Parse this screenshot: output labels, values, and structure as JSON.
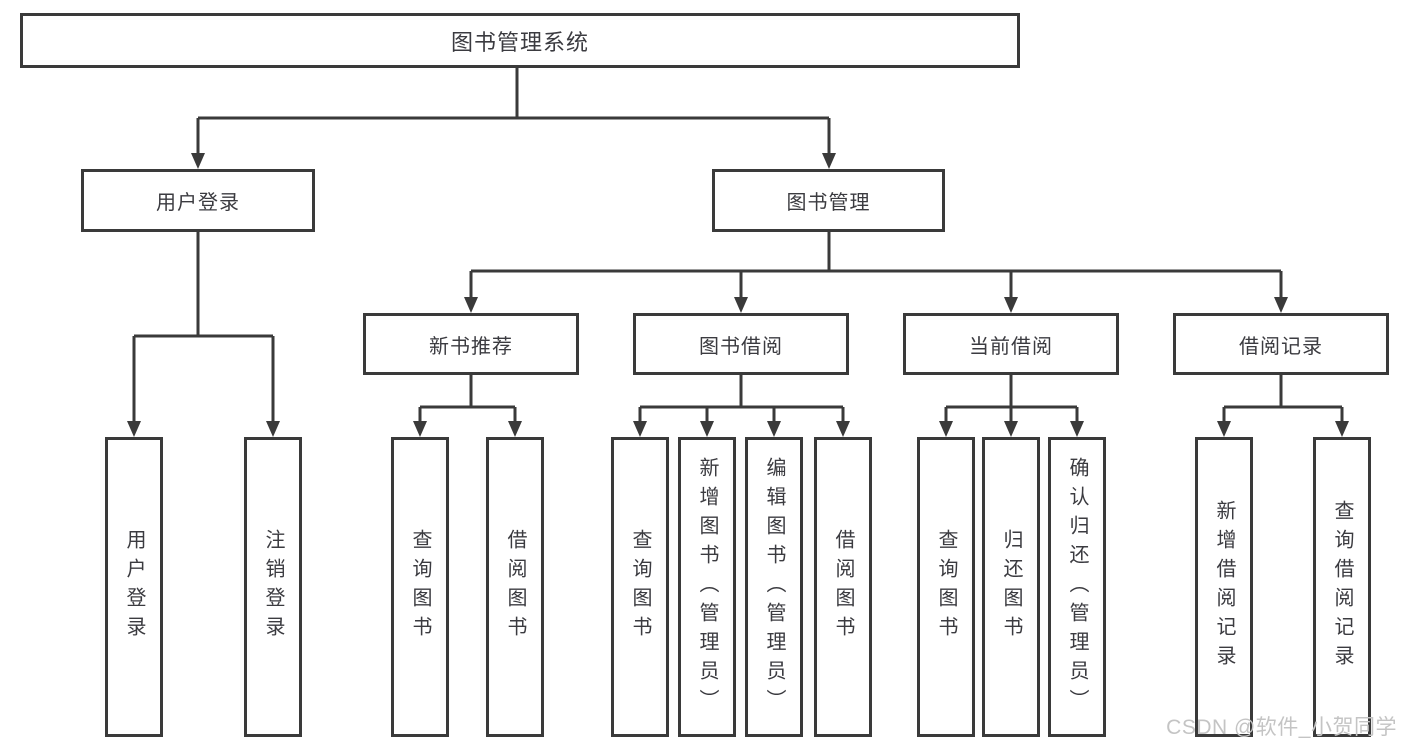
{
  "tree": {
    "root": {
      "label": "图书管理系统"
    },
    "login": {
      "label": "用户登录",
      "children": [
        {
          "label": "用户登录"
        },
        {
          "label": "注销登录"
        }
      ]
    },
    "mgmt": {
      "label": "图书管理",
      "sections": [
        {
          "label": "新书推荐",
          "children": [
            {
              "label": "查询图书"
            },
            {
              "label": "借阅图书"
            }
          ]
        },
        {
          "label": "图书借阅",
          "children": [
            {
              "label": "查询图书"
            },
            {
              "label": "新增图书（管理员）"
            },
            {
              "label": "编辑图书（管理员）"
            },
            {
              "label": "借阅图书"
            }
          ]
        },
        {
          "label": "当前借阅",
          "children": [
            {
              "label": "查询图书"
            },
            {
              "label": "归还图书"
            },
            {
              "label": "确认归还（管理员）"
            }
          ]
        },
        {
          "label": "借阅记录",
          "children": [
            {
              "label": "新增借阅记录"
            },
            {
              "label": "查询借阅记录"
            }
          ]
        }
      ]
    }
  },
  "watermark": "CSDN @软件_小贺同学",
  "colors": {
    "line": "#3a3a3a",
    "text": "#3b3b40",
    "background": "#ffffff",
    "watermark": "#c4c4c4"
  }
}
